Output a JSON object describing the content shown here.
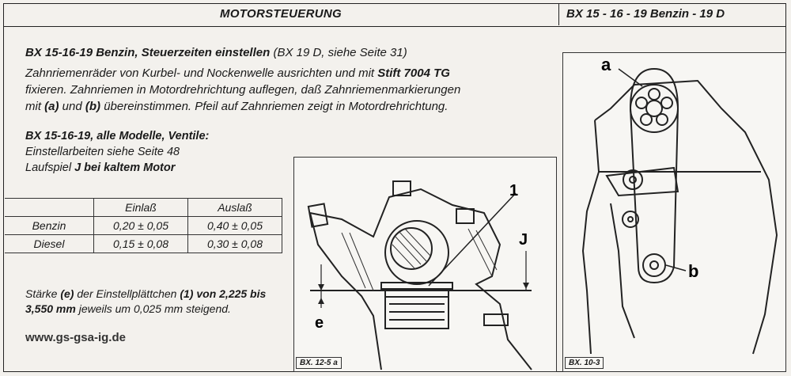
{
  "header": {
    "left_title": "MOTORSTEUERUNG",
    "right_title": "BX 15 - 16 - 19 Benzin - 19 D"
  },
  "section": {
    "title_bold": "BX 15-16-19 Benzin, Steuerzeiten einstellen",
    "title_rest": " (BX 19 D, siehe Seite 31)",
    "line1_a": "Zahnriemenräder von Kurbel- und Nockenwelle ausrichten und mit ",
    "line1_bold": "Stift 7004 TG",
    "line2": "fixieren. Zahnriemen in Motordrehrichtung auflegen, daß Zahnriemenmarkierungen",
    "line3_a": "mit ",
    "line3_b1": "(a)",
    "line3_b": " und ",
    "line3_b2": "(b)",
    "line3_c": " übereinstimmen. Pfeil auf Zahnriemen zeigt in Motordrehrichtung."
  },
  "valves": {
    "title": "BX 15-16-19, alle Modelle, Ventile:",
    "line1": "Einstellarbeiten siehe Seite 48",
    "line2_a": "Laufspiel ",
    "line2_bold": "J bei kaltem Motor"
  },
  "table": {
    "headers": [
      "",
      "Einlaß",
      "Auslaß"
    ],
    "rows": [
      [
        "Benzin",
        "0,20 ± 0,05",
        "0,40 ± 0,05"
      ],
      [
        "Diesel",
        "0,15 ± 0,08",
        "0,30 ± 0,08"
      ]
    ]
  },
  "thickness": {
    "a": "Stärke ",
    "b": "(e)",
    "c": " der Einstellplättchen ",
    "d": "(1)",
    "e": " von 2,225 bis",
    "f": "3,550 mm",
    "g": " jeweils um 0,025 mm steigend."
  },
  "url": "www.gs-gsa-ig.de",
  "figure1": {
    "caption": "BX. 12-5 a",
    "label_1": "1",
    "label_j": "J",
    "label_e": "e"
  },
  "figure2": {
    "caption": "BX. 10-3",
    "label_a": "a",
    "label_b": "b"
  }
}
